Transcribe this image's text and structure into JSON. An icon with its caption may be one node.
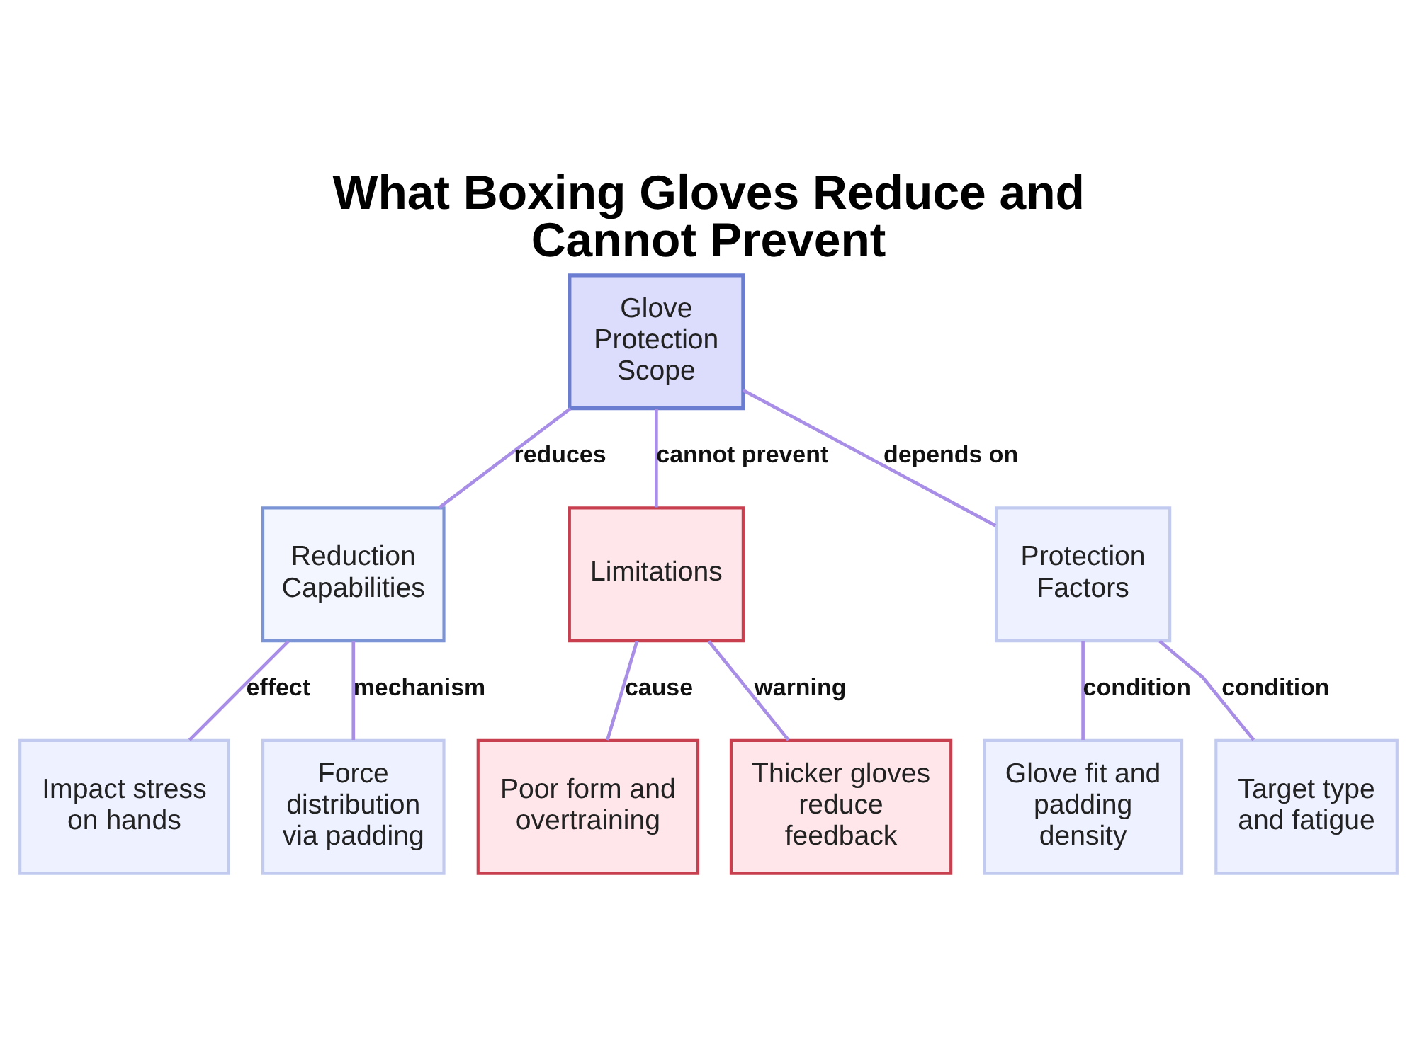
{
  "diagram": {
    "title": "What Boxing Gloves Reduce and Cannot Prevent",
    "nodes": [
      {
        "text": [
          "Glove Protection Scope"
        ]
      },
      {
        "text": [
          "Reduction Capabilities"
        ]
      },
      {
        "text": [
          "Limitations"
        ]
      },
      {
        "text": [
          "Protection Factors"
        ]
      },
      {
        "text": [
          "Impact stress on hands"
        ]
      },
      {
        "text": [
          "Force distribution via padding"
        ]
      },
      {
        "text": [
          "Poor form and overtraining"
        ]
      },
      {
        "text": [
          "Thicker gloves reduce feedback"
        ]
      },
      {
        "text": [
          "Glove fit and padding density"
        ]
      },
      {
        "text": [
          "Target type and fatigue"
        ]
      }
    ],
    "edges": [
      {
        "from": 0,
        "to": 1,
        "arrow": "none",
        "label": "reduces"
      },
      {
        "from": 0,
        "to": 2,
        "arrow": "none",
        "label": "cannot prevent"
      },
      {
        "from": 0,
        "to": 3,
        "arrow": "none",
        "label": "depends on"
      },
      {
        "from": 1,
        "to": 4,
        "arrow": "none",
        "label": "effect"
      },
      {
        "from": 1,
        "to": 5,
        "arrow": "none",
        "label": "mechanism"
      },
      {
        "from": 2,
        "to": 6,
        "arrow": "none",
        "label": "cause"
      },
      {
        "from": 2,
        "to": 7,
        "arrow": "none",
        "label": "warning"
      },
      {
        "from": 3,
        "to": 8,
        "arrow": "none",
        "label": "condition"
      },
      {
        "from": 3,
        "to": 9,
        "arrow": "none",
        "label": "condition"
      }
    ]
  }
}
